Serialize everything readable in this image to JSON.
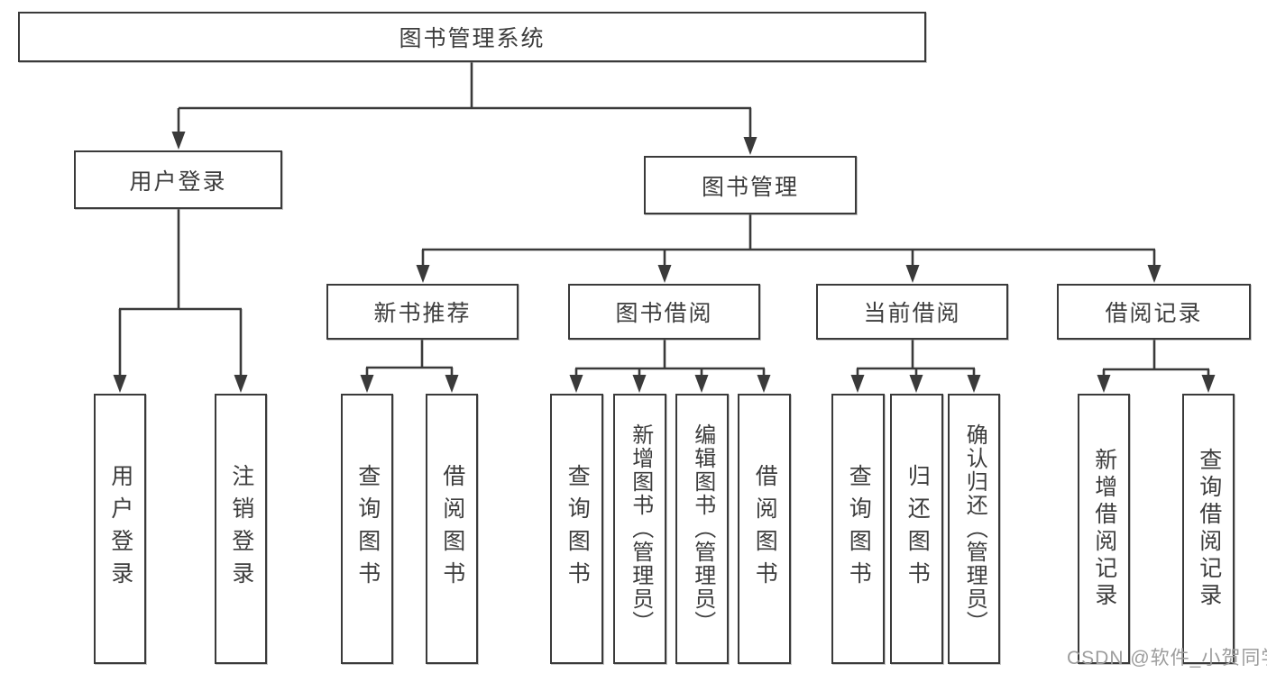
{
  "title": "图书管理系统",
  "tree": {
    "root": {
      "label": "图书管理系统"
    },
    "branches": [
      {
        "label": "用户登录",
        "children": [
          {
            "label": "用户登录"
          },
          {
            "label": "注销登录"
          }
        ]
      },
      {
        "label": "图书管理",
        "children": [
          {
            "label": "新书推荐",
            "children": [
              {
                "label": "查询图书"
              },
              {
                "label": "借阅图书"
              }
            ]
          },
          {
            "label": "图书借阅",
            "children": [
              {
                "label": "查询图书"
              },
              {
                "label": "新增图书（管理员）"
              },
              {
                "label": "编辑图书（管理员）"
              },
              {
                "label": "借阅图书"
              }
            ]
          },
          {
            "label": "当前借阅",
            "children": [
              {
                "label": "查询图书"
              },
              {
                "label": "归还图书"
              },
              {
                "label": "确认归还（管理员）"
              }
            ]
          },
          {
            "label": "借阅记录",
            "children": [
              {
                "label": "新增借阅记录"
              },
              {
                "label": "查询借阅记录"
              }
            ]
          }
        ]
      }
    ]
  },
  "watermark": "CSDN @软件_小贺同学",
  "colors": {
    "line": "#3a3a3a",
    "text": "#3d3d3d",
    "box_background": "#ffffff",
    "watermark": "#9c9c9c"
  }
}
